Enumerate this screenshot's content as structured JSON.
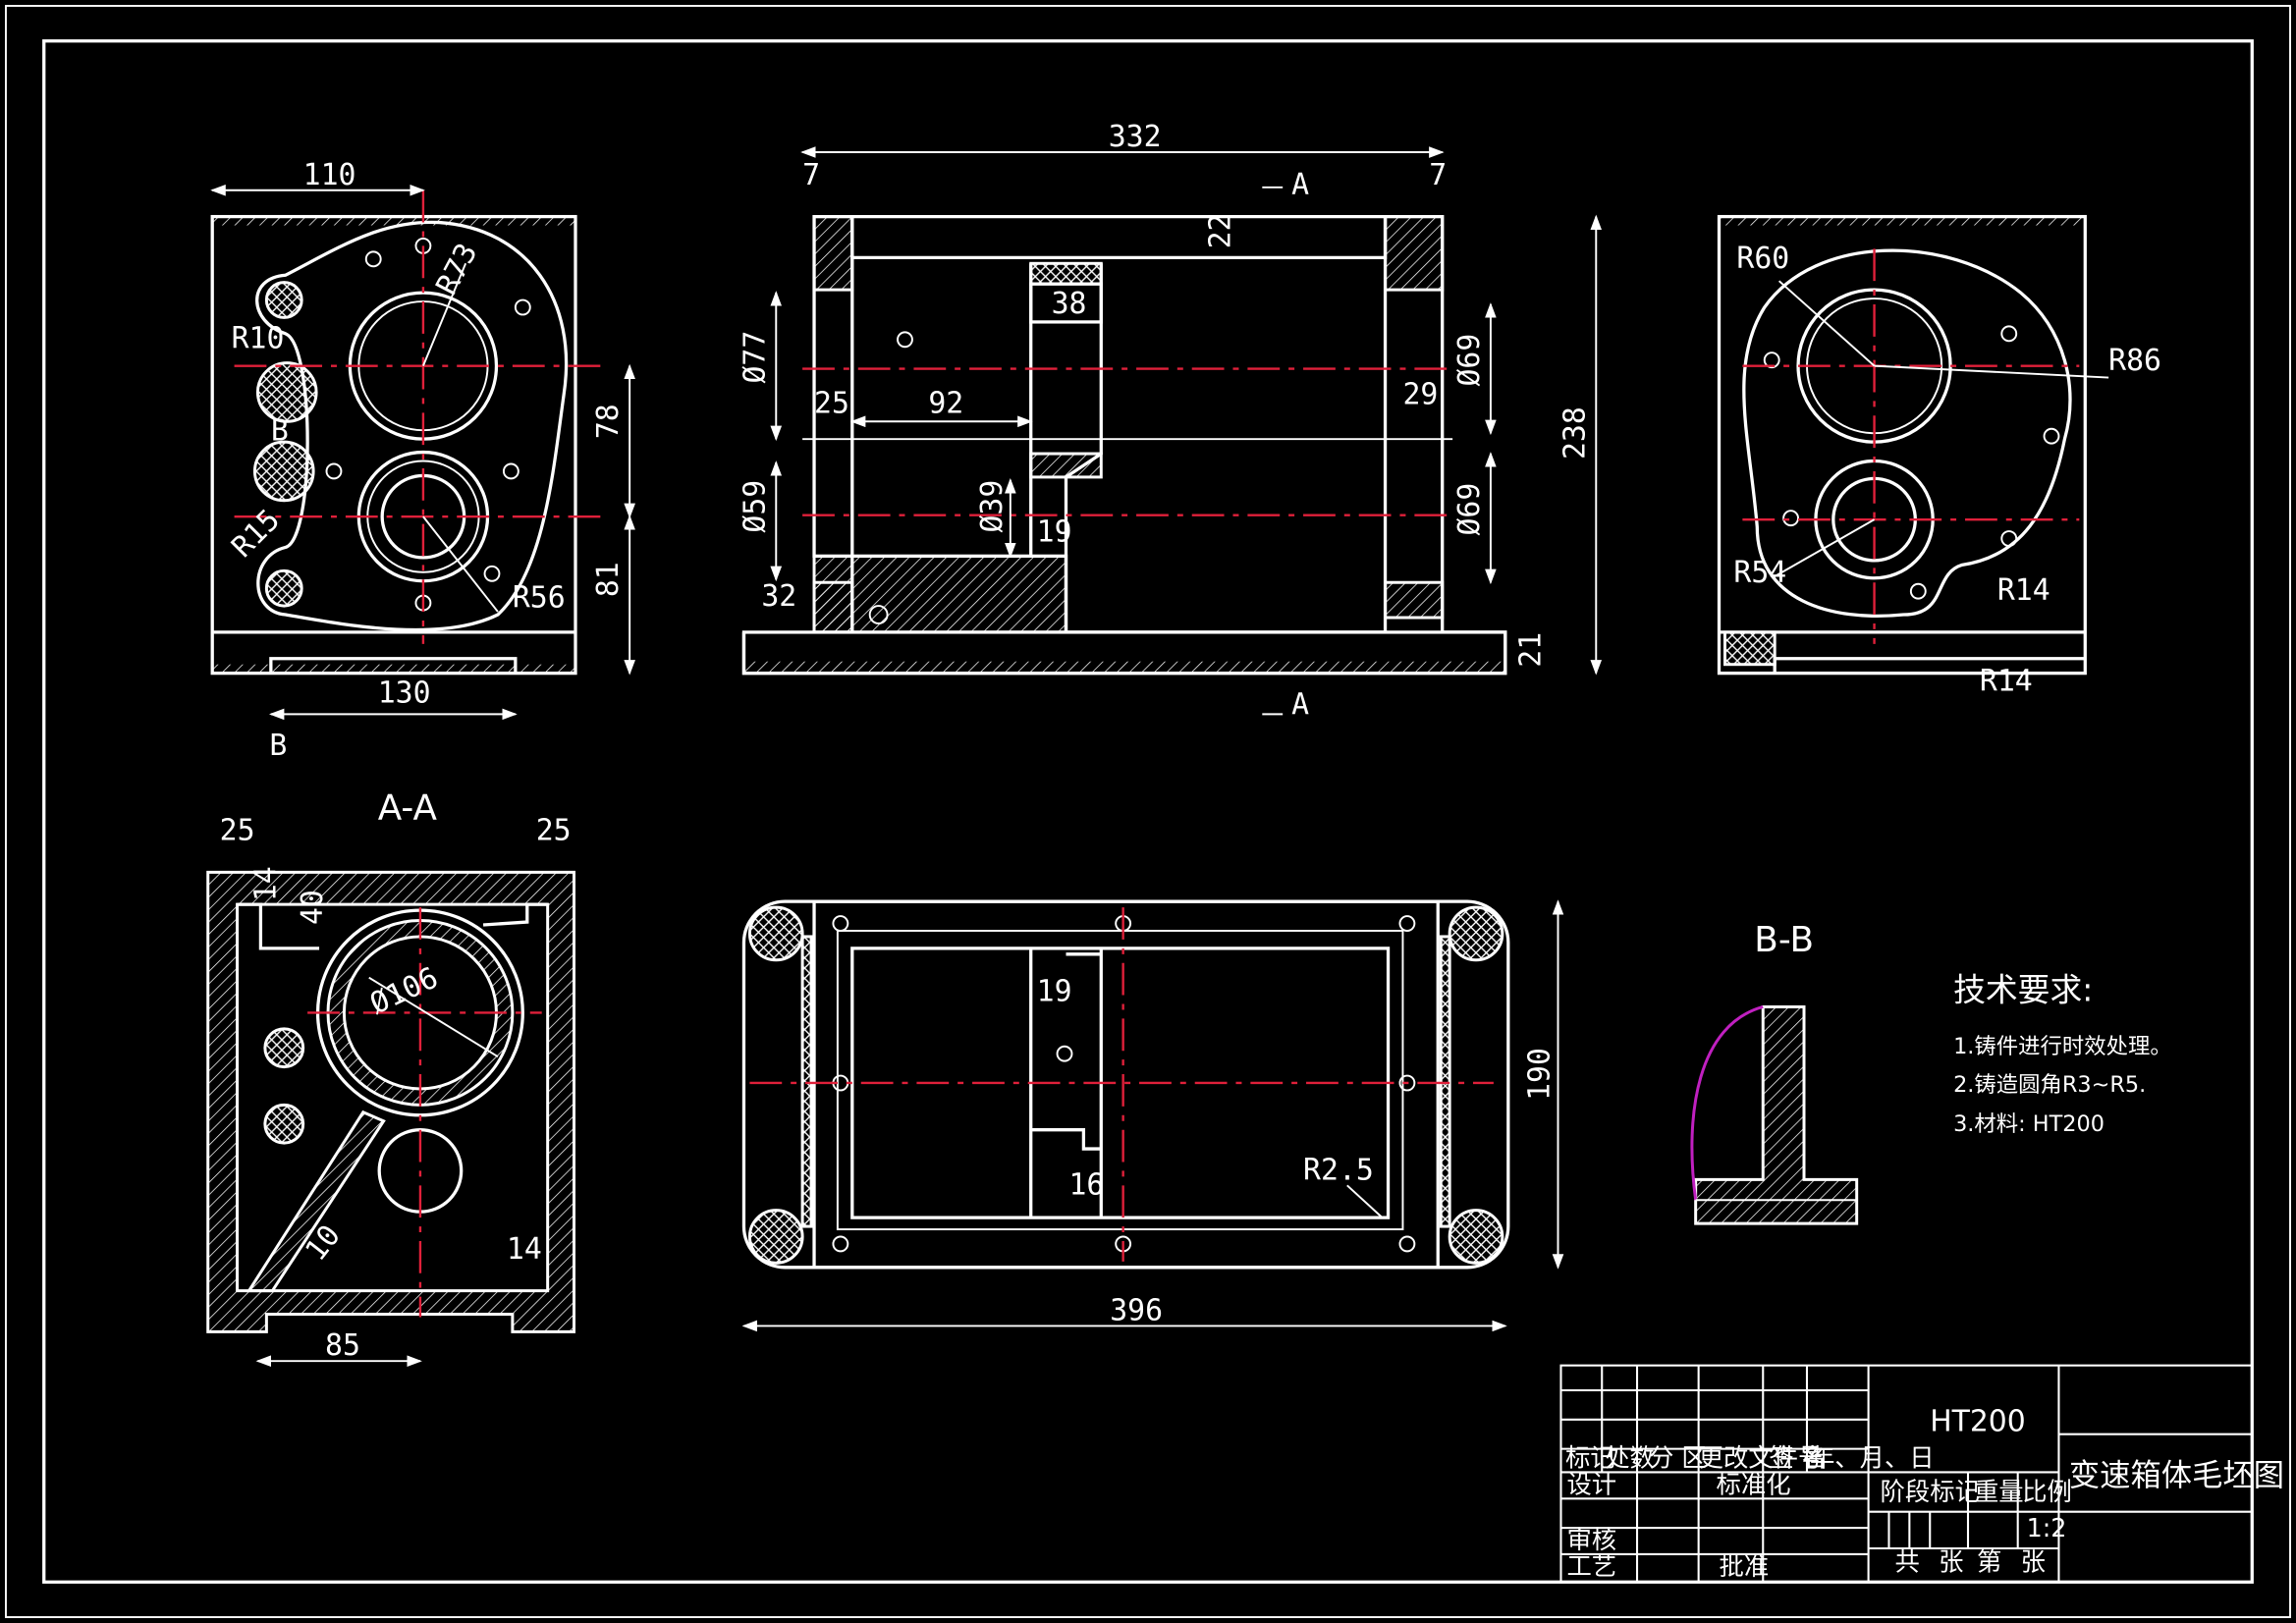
{
  "dimensions": {
    "d110": "110",
    "r73": "R73",
    "r10": "R10",
    "b_mark": "B",
    "d78": "78",
    "r15": "R15",
    "r56": "R56",
    "d81": "81",
    "d130": "130",
    "b_mark2": "B",
    "d332": "332",
    "d7a": "7",
    "d7b": "7",
    "a_mark_top": "A",
    "d22": "22",
    "d38": "38",
    "phi77": "Ø77",
    "d25": "25",
    "d92": "92",
    "phi59": "Ø59",
    "d32": "32",
    "phi39": "Ø39",
    "d19": "19",
    "d29": "29",
    "phi69a": "Ø69",
    "phi69b": "Ø69",
    "d238": "238",
    "d21": "21",
    "a_mark_bot": "A",
    "r60": "R60",
    "r86": "R86",
    "r54": "R54",
    "r14a": "R14",
    "r14b": "R14",
    "aa25a": "25",
    "aa25b": "25",
    "aa14": "14",
    "aa40": "40",
    "phi106": "Ø106",
    "aa10": "10",
    "aa14b": "14",
    "aa85": "85",
    "t19": "19",
    "t16": "16",
    "r2_5": "R2.5",
    "d190": "190",
    "d396": "396"
  },
  "views": {
    "section_aa": "A-A",
    "section_bb": "B-B"
  },
  "notes": {
    "title": "技术要求:",
    "items": [
      "1.铸件进行时效处理。",
      "2.铸造圆角R3~R5.",
      "3.材料: HT200"
    ]
  },
  "title_block": {
    "material": "HT200",
    "drawing_title": "变速箱体毛坯图",
    "headers": [
      "标记",
      "处数",
      "分 区",
      "更改文件号",
      "签 名",
      "年、月、日"
    ],
    "design": "设计",
    "standardize": "标准化",
    "stage_mark": "阶段标记",
    "weight": "重量",
    "scale_label": "比例",
    "scale": "1:2",
    "review": "审核",
    "process": "工艺",
    "approve": "批准",
    "sheets": [
      "共",
      "张",
      "第",
      "张"
    ]
  }
}
